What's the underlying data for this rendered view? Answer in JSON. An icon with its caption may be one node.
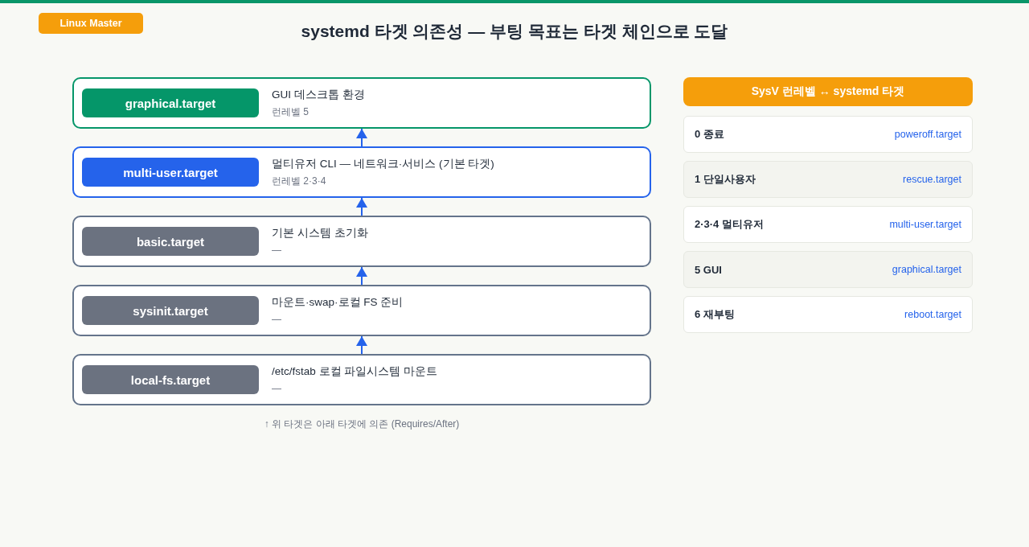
{
  "diagram": {
    "title": "systemd 타겟 의존성 — 부팅 목표는 타겟 체인으로 도달",
    "nodes": [
      {
        "text": [
          "Linux Master"
        ]
      },
      {
        "text": [
          "GUI 데스크톱 환경",
          "런레벨 5"
        ]
      },
      {
        "text": [
          "graphical.target"
        ],
        "in": 1
      },
      {
        "text": [
          "멀티유저 CLI — 네트워크·서비스 (기본 타겟)",
          "런레벨 2·3·4"
        ]
      },
      {
        "text": [
          "multi-user.target"
        ],
        "in": 3
      },
      {
        "text": [
          "기본 시스템 초기화",
          "—"
        ]
      },
      {
        "text": [
          "basic.target"
        ],
        "in": 5
      },
      {
        "text": [
          "마운트·swap·로컬 FS 준비",
          "—"
        ]
      },
      {
        "text": [
          "sysinit.target"
        ],
        "in": 7
      },
      {
        "text": [
          "/etc/fstab 로컬 파일시스템 마운트",
          "—"
        ]
      },
      {
        "text": [
          "local-fs.target"
        ],
        "in": 9
      },
      {
        "text": [
          "SysV 런레벨 ↔ systemd 타겟"
        ]
      },
      {
        "text": [
          "0 종료",
          "poweroff.target"
        ]
      },
      {
        "text": [
          "1 단일사용자",
          "rescue.target"
        ]
      },
      {
        "text": [
          "2·3·4 멀티유저",
          "multi-user.target"
        ]
      },
      {
        "text": [
          "5 GUI",
          "graphical.target"
        ]
      },
      {
        "text": [
          "6 재부팅",
          "reboot.target"
        ]
      }
    ],
    "edges": [
      {
        "from": 3,
        "to": 1,
        "arrow": "to"
      },
      {
        "from": 5,
        "to": 3,
        "arrow": "to"
      },
      {
        "from": 7,
        "to": 5,
        "arrow": "to"
      },
      {
        "from": 9,
        "to": 7,
        "arrow": "to"
      }
    ],
    "labels": [
      "↑ 위 타겟은 아래 타겟에 의존 (Requires/After)"
    ]
  }
}
